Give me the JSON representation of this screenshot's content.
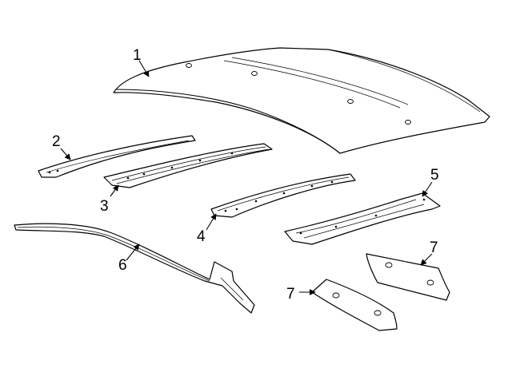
{
  "diagram": {
    "callouts": [
      {
        "id": "1",
        "text": "1"
      },
      {
        "id": "2",
        "text": "2"
      },
      {
        "id": "3",
        "text": "3"
      },
      {
        "id": "4",
        "text": "4"
      },
      {
        "id": "5",
        "text": "5"
      },
      {
        "id": "6",
        "text": "6"
      },
      {
        "id": "7a",
        "text": "7"
      },
      {
        "id": "7b",
        "text": "7"
      }
    ]
  }
}
